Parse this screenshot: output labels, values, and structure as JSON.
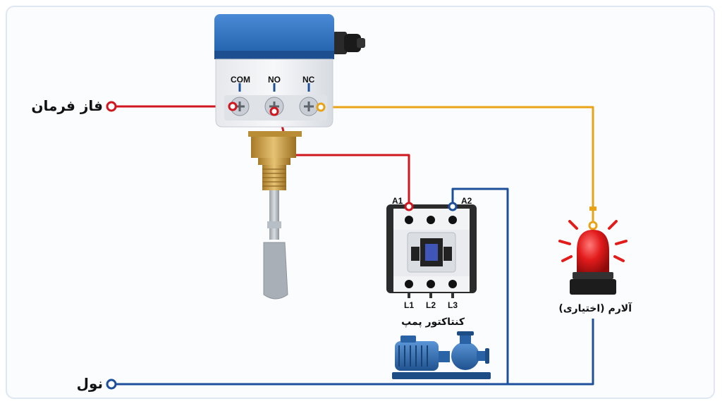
{
  "switch": {
    "terminals": [
      "COM",
      "NO",
      "NC"
    ]
  },
  "labels": {
    "phase": "فاز فرمان",
    "neutral": "نول",
    "contactor_caption": "کنتاکتور پمپ",
    "alarm_caption": "آلارم (اختیاری)"
  },
  "contactor": {
    "coil_a1": "A1",
    "coil_a2": "A2",
    "outputs": [
      "L1",
      "L2",
      "L3"
    ]
  },
  "colors": {
    "phase_wire": "#d0161e",
    "neutral_wire": "#1d4f9a",
    "alarm_wire": "#e8a317",
    "enclosure_lid": "#2f74c0",
    "brass": "#c9a04a",
    "alarm_lamp": "#e21b1b",
    "pump_body": "#2f6fb8"
  },
  "icons": {
    "flow_switch": "flow-switch-icon",
    "contactor": "contactor-icon",
    "alarm": "alarm-beacon-icon",
    "pump": "water-pump-icon"
  }
}
